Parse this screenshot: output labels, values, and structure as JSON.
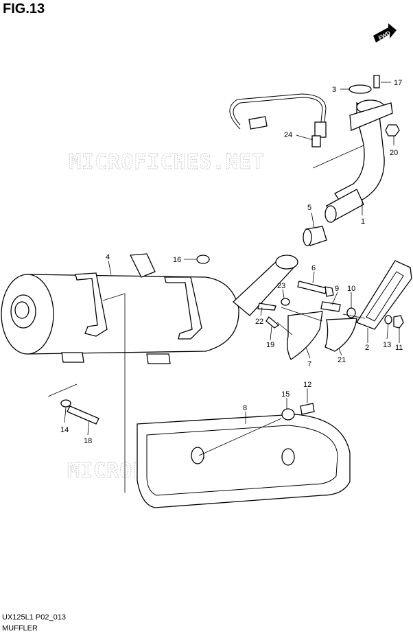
{
  "figure": {
    "title": "FIG.13",
    "code": "UX125L1 P02_013",
    "name": "MUFFLER",
    "fwd_label": "FWD",
    "watermark": "MICROFICHES.NET"
  },
  "callouts": [
    {
      "id": "c1",
      "label": "1"
    },
    {
      "id": "c2",
      "label": "2"
    },
    {
      "id": "c3",
      "label": "3"
    },
    {
      "id": "c4",
      "label": "4"
    },
    {
      "id": "c5",
      "label": "5"
    },
    {
      "id": "c6",
      "label": "6"
    },
    {
      "id": "c7",
      "label": "7"
    },
    {
      "id": "c8",
      "label": "8"
    },
    {
      "id": "c9",
      "label": "9"
    },
    {
      "id": "c10",
      "label": "10"
    },
    {
      "id": "c11",
      "label": "11"
    },
    {
      "id": "c12",
      "label": "12"
    },
    {
      "id": "c13",
      "label": "13"
    },
    {
      "id": "c14",
      "label": "14"
    },
    {
      "id": "c15",
      "label": "15"
    },
    {
      "id": "c16",
      "label": "16"
    },
    {
      "id": "c17",
      "label": "17"
    },
    {
      "id": "c18",
      "label": "18"
    },
    {
      "id": "c19",
      "label": "19"
    },
    {
      "id": "c20",
      "label": "20"
    },
    {
      "id": "c21",
      "label": "21"
    },
    {
      "id": "c22",
      "label": "22"
    },
    {
      "id": "c23",
      "label": "23"
    },
    {
      "id": "c24",
      "label": "24"
    }
  ]
}
